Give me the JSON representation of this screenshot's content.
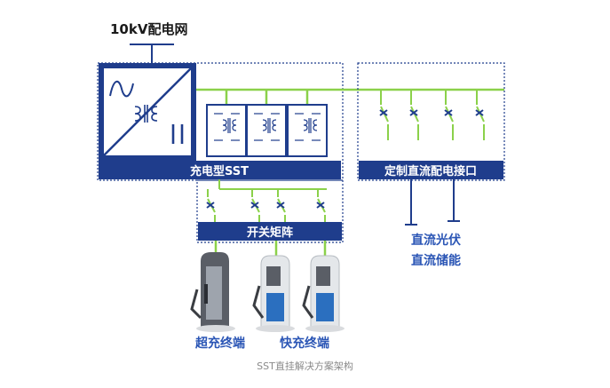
{
  "grid_label": "10kV配电网",
  "sst_label": "充电型SST",
  "dc_interface_label": "定制直流配电接口",
  "switch_matrix_label": "开关矩阵",
  "dc_sources": [
    "直流光伏",
    "直流储能"
  ],
  "terminals": {
    "super_charging": "超充终端",
    "fast_charging": "快充终端"
  },
  "caption": "SST直挂解决方案架构",
  "colors": {
    "navy": "#1f3d8c",
    "green": "#8bd14a",
    "accent_blue": "#2a55b5",
    "caption_gray": "#8a8a8a"
  },
  "icons": [
    "sine-wave-icon",
    "transformer-coil-icon",
    "dc-bars-icon",
    "switch-icon",
    "charging-pile-icon"
  ]
}
